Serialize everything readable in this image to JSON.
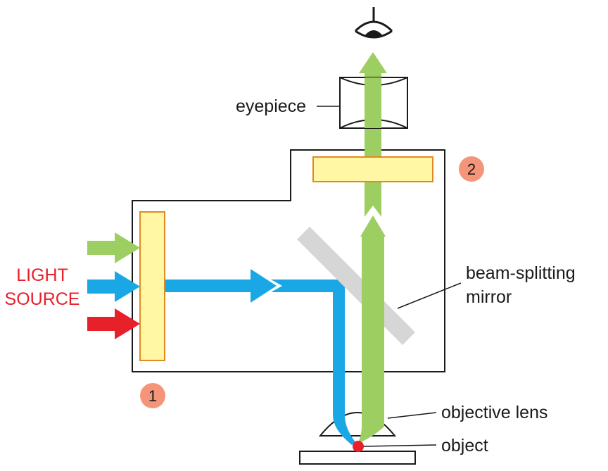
{
  "labels": {
    "light_source_line1": "LIGHT",
    "light_source_line2": "SOURCE",
    "eyepiece": "eyepiece",
    "beam_splitter_line1": "beam-splitting",
    "beam_splitter_line2": "mirror",
    "objective_lens": "objective lens",
    "object": "object",
    "marker_1": "1",
    "marker_2": "2"
  },
  "colors": {
    "green": "#9dce62",
    "blue": "#1aa7e5",
    "red": "#e8202a",
    "filter_fill": "#fff7a3",
    "filter_stroke": "#e08b1f",
    "mirror": "#d6d6d6",
    "marker": "#f4957a",
    "outline": "#1a1a1a"
  },
  "icons": {
    "viewer": "eye-icon"
  }
}
